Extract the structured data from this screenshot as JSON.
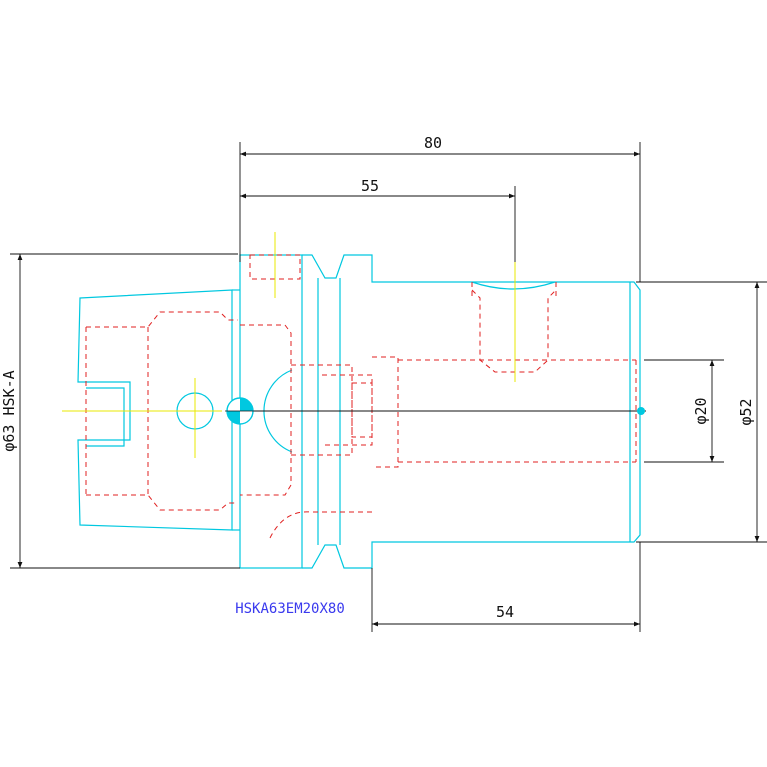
{
  "drawing": {
    "part_label": "HSKA63EM20X80",
    "dimensions": {
      "overall_length": "80",
      "to_clamp_screw": "55",
      "body_length": "54",
      "flange_diameter": "φ63 HSK-A",
      "body_diameter": "φ52",
      "bore_diameter": "φ20"
    }
  },
  "colors": {
    "background": "#ffffff",
    "outline": "#00c8e0",
    "hidden_lines": "#e02020",
    "center_lines": "#e8e800",
    "dimension_lines": "#111111",
    "label": "#3a3aee"
  }
}
